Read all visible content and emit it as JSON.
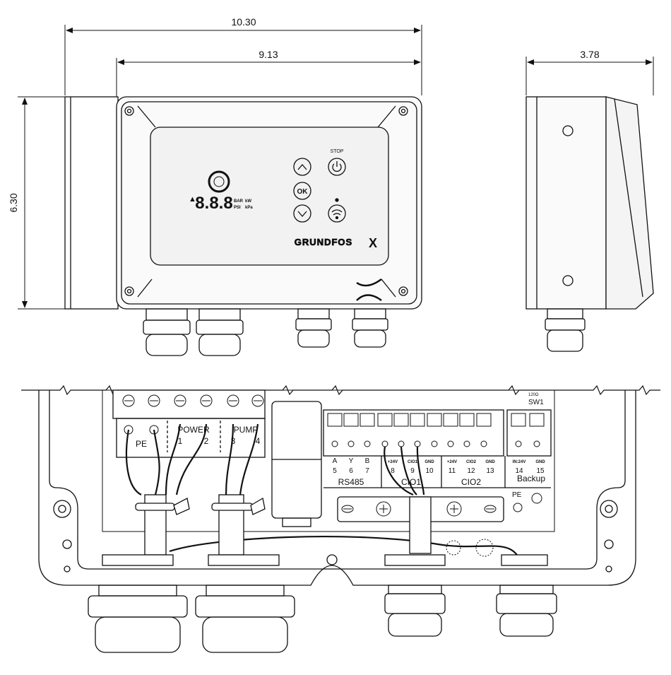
{
  "dimensions": {
    "overall_width": "10.30",
    "body_width": "9.13",
    "depth": "3.78",
    "height": "6.30"
  },
  "front_panel": {
    "stop_label": "STOP",
    "ok_label": "OK",
    "display_digits": "8.8.8",
    "unit_bar": "BAR",
    "unit_kw": "kW",
    "unit_psi": "PSI",
    "unit_kpa": "kPa",
    "brand": "GRUNDFOS"
  },
  "terminals": {
    "pe": "PE",
    "power": "POWER",
    "pump": "PUMP",
    "power_1": "1",
    "power_2": "2",
    "pump_3": "3",
    "pump_4": "4",
    "sig_a": "A",
    "sig_y": "Y",
    "sig_b": "B",
    "num_5": "5",
    "num_6": "6",
    "num_7": "7",
    "plus24_1": "+24V",
    "cio1_label": "CIO1",
    "gnd_1": "GND",
    "num_8": "8",
    "num_9": "9",
    "num_10": "10",
    "plus24_2": "+24V",
    "cio2_label": "CIO2",
    "gnd_2": "GND",
    "num_11": "11",
    "num_12": "12",
    "num_13": "13",
    "in24": "IN:24V",
    "gnd_3": "GND",
    "num_14": "14",
    "num_15": "15",
    "rs485": "RS485",
    "cio1_group": "CIO1",
    "cio2_group": "CIO2",
    "backup": "Backup",
    "pe_right": "PE",
    "sw_res": "120Ω",
    "sw_name": "SW1"
  },
  "colors": {
    "line": "#111111",
    "panel": "#f2f2f2",
    "display": "#e8e8e8",
    "background": "#ffffff"
  }
}
